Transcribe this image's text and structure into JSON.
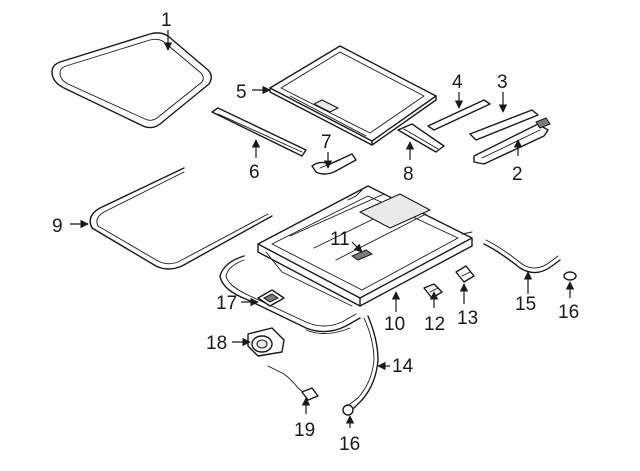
{
  "diagram": {
    "callouts": [
      {
        "id": "c1",
        "label": "1"
      },
      {
        "id": "c2",
        "label": "2"
      },
      {
        "id": "c3",
        "label": "3"
      },
      {
        "id": "c4",
        "label": "4"
      },
      {
        "id": "c5",
        "label": "5"
      },
      {
        "id": "c6",
        "label": "6"
      },
      {
        "id": "c7",
        "label": "7"
      },
      {
        "id": "c8",
        "label": "8"
      },
      {
        "id": "c9",
        "label": "9"
      },
      {
        "id": "c10",
        "label": "10"
      },
      {
        "id": "c11",
        "label": "11"
      },
      {
        "id": "c12",
        "label": "12"
      },
      {
        "id": "c13",
        "label": "13"
      },
      {
        "id": "c14",
        "label": "14"
      },
      {
        "id": "c15",
        "label": "15"
      },
      {
        "id": "c16a",
        "label": "16"
      },
      {
        "id": "c16b",
        "label": "16"
      },
      {
        "id": "c17",
        "label": "17"
      },
      {
        "id": "c18",
        "label": "18"
      },
      {
        "id": "c19",
        "label": "19"
      }
    ]
  }
}
